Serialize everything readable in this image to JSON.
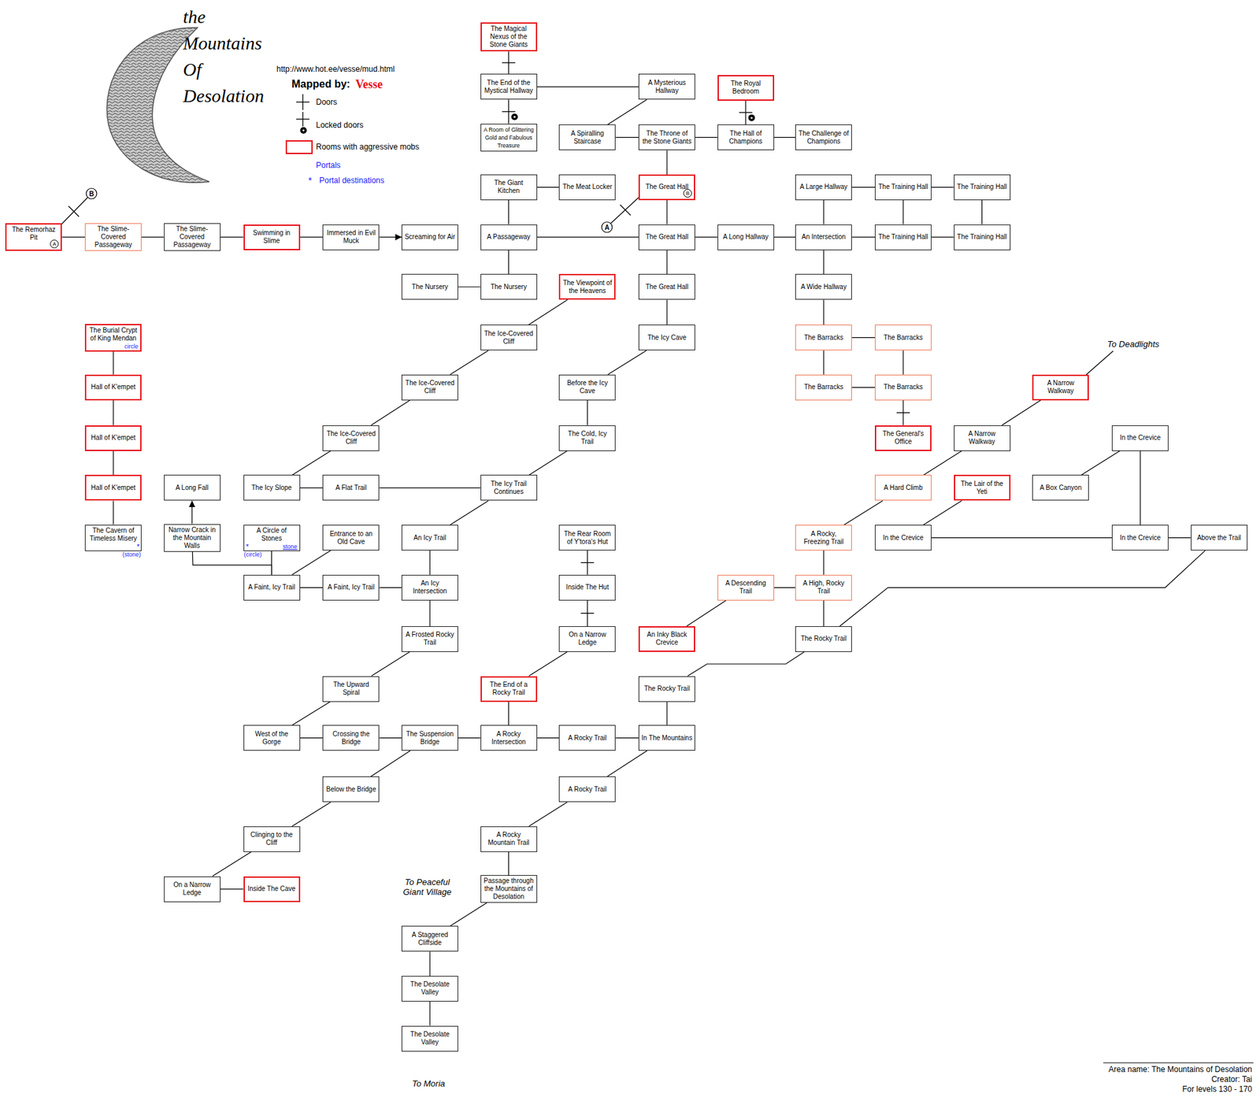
{
  "diagram": {
    "title": "the Mountains Of Desolation",
    "nodes": [
      {
        "text": [
          "The Magical Nexus of the Stone Giants"
        ]
      },
      {
        "text": [
          "The End of the Mystical Hallway"
        ]
      },
      {
        "text": [
          "A Mysterious Hallway"
        ]
      },
      {
        "text": [
          "A Room of Glittering Gold and Fabulous Treasure"
        ]
      },
      {
        "text": [
          "A Spiralling Staircase"
        ]
      },
      {
        "text": [
          "The Throne of the Stone Giants"
        ]
      },
      {
        "text": [
          "The Royal Bedroom"
        ]
      },
      {
        "text": [
          "The Hall of Champions"
        ]
      },
      {
        "text": [
          "The Challenge of Champions"
        ]
      },
      {
        "text": [
          "The Giant Kitchen"
        ]
      },
      {
        "text": [
          "The Meat Locker"
        ]
      },
      {
        "text": [
          "The Great Hall",
          "B"
        ]
      },
      {
        "text": [
          "A Large Hallway"
        ]
      },
      {
        "text": [
          "The Training Hall"
        ]
      },
      {
        "text": [
          "The Training Hall"
        ]
      },
      {
        "text": [
          "The Remorhaz Pit",
          "A"
        ]
      },
      {
        "text": [
          "The Slime-Covered Passageway"
        ]
      },
      {
        "text": [
          "The Slime-Covered Passageway"
        ]
      },
      {
        "text": [
          "Swimming in Slime"
        ]
      },
      {
        "text": [
          "Immersed in Evil Muck"
        ]
      },
      {
        "text": [
          "Screaming for Air"
        ]
      },
      {
        "text": [
          "A Passageway"
        ]
      },
      {
        "text": [
          "The Great Hall"
        ]
      },
      {
        "text": [
          "A Long Hallway"
        ]
      },
      {
        "text": [
          "An Intersection"
        ]
      },
      {
        "text": [
          "The Training Hall"
        ]
      },
      {
        "text": [
          "The Training Hall"
        ]
      },
      {
        "text": [
          "The Nursery"
        ]
      },
      {
        "text": [
          "The Nursery"
        ]
      },
      {
        "text": [
          "The Viewpoint of the Heavens"
        ]
      },
      {
        "text": [
          "The Great Hall"
        ]
      },
      {
        "text": [
          "A Wide Hallway"
        ]
      },
      {
        "text": [
          "The Burial Crypt of King Mendan",
          "circle"
        ]
      },
      {
        "text": [
          "The Ice-Covered Cliff"
        ]
      },
      {
        "text": [
          "The Icy Cave"
        ]
      },
      {
        "text": [
          "The Barracks"
        ]
      },
      {
        "text": [
          "The Barracks"
        ]
      },
      {
        "text": [
          "Hall of K'empet"
        ]
      },
      {
        "text": [
          "The Ice-Covered Cliff"
        ]
      },
      {
        "text": [
          "Before the Icy Cave"
        ]
      },
      {
        "text": [
          "The Barracks"
        ]
      },
      {
        "text": [
          "The Barracks"
        ]
      },
      {
        "text": [
          "A Narrow Walkway"
        ]
      },
      {
        "text": [
          "Hall of K'empet"
        ]
      },
      {
        "text": [
          "The Ice-Covered Cliff"
        ]
      },
      {
        "text": [
          "The Cold, Icy Trail"
        ]
      },
      {
        "text": [
          "The General's Office"
        ]
      },
      {
        "text": [
          "A Narrow Walkway"
        ]
      },
      {
        "text": [
          "In the Crevice"
        ]
      },
      {
        "text": [
          "Hall of K'empet"
        ]
      },
      {
        "text": [
          "A Long Fall"
        ]
      },
      {
        "text": [
          "The Icy Slope"
        ]
      },
      {
        "text": [
          "A Flat Trail"
        ]
      },
      {
        "text": [
          "The Icy Trail Continues"
        ]
      },
      {
        "text": [
          "A Hard Climb"
        ]
      },
      {
        "text": [
          "The Lair of the Yeti"
        ]
      },
      {
        "text": [
          "A Box Canyon"
        ]
      },
      {
        "text": [
          "The Cavern of Timeless Misery",
          "*",
          "(stone)"
        ]
      },
      {
        "text": [
          "Narrow Crack in the Mountain Walls"
        ]
      },
      {
        "text": [
          "A Circle of Stones",
          "stone",
          "*",
          "(circle)"
        ]
      },
      {
        "text": [
          "Entrance to an Old Cave"
        ]
      },
      {
        "text": [
          "An Icy Trail"
        ]
      },
      {
        "text": [
          "The Rear Room of Y'tora's Hut"
        ]
      },
      {
        "text": [
          "A Rocky, Freezing Trail"
        ]
      },
      {
        "text": [
          "In the Crevice"
        ]
      },
      {
        "text": [
          "In the Crevice"
        ]
      },
      {
        "text": [
          "Above the Trail"
        ]
      },
      {
        "text": [
          "A Faint, Icy Trail"
        ]
      },
      {
        "text": [
          "A Faint, Icy Trail"
        ]
      },
      {
        "text": [
          "An Icy Intersection"
        ]
      },
      {
        "text": [
          "Inside The Hut"
        ]
      },
      {
        "text": [
          "A Descending Trail"
        ]
      },
      {
        "text": [
          "A High, Rocky Trail"
        ]
      },
      {
        "text": [
          "A Frosted Rocky Trail"
        ]
      },
      {
        "text": [
          "On a Narrow Ledge"
        ]
      },
      {
        "text": [
          "An Inky Black Crevice"
        ]
      },
      {
        "text": [
          "The Rocky Trail"
        ]
      },
      {
        "text": [
          "The Upward Spiral"
        ]
      },
      {
        "text": [
          "The End of a Rocky Trail"
        ]
      },
      {
        "text": [
          "The Rocky Trail"
        ]
      },
      {
        "text": [
          "West of the Gorge"
        ]
      },
      {
        "text": [
          "Crossing the Bridge"
        ]
      },
      {
        "text": [
          "The Suspension Bridge"
        ]
      },
      {
        "text": [
          "A Rocky Intersection"
        ]
      },
      {
        "text": [
          "A Rocky Trail"
        ]
      },
      {
        "text": [
          "In The Mountains"
        ]
      },
      {
        "text": [
          "Below the Bridge"
        ]
      },
      {
        "text": [
          "A Rocky Trail"
        ]
      },
      {
        "text": [
          "Clinging to the Cliff"
        ]
      },
      {
        "text": [
          "A Rocky Mountain Trail"
        ]
      },
      {
        "text": [
          "On a Narrow Ledge"
        ]
      },
      {
        "text": [
          "Inside The Cave"
        ]
      },
      {
        "text": [
          "Passage through the Mountains of Desolation"
        ]
      },
      {
        "text": [
          "A Staggered Cliffside"
        ]
      },
      {
        "text": [
          "The Desolate Valley"
        ]
      },
      {
        "text": [
          "The Desolate Valley"
        ]
      }
    ],
    "edges": [
      {
        "from": 0,
        "to": 1,
        "arrow": "none"
      },
      {
        "from": 1,
        "to": 2,
        "arrow": "none"
      },
      {
        "from": 1,
        "to": 3,
        "arrow": "none"
      },
      {
        "from": 2,
        "to": 4,
        "arrow": "none"
      },
      {
        "from": 4,
        "to": 5,
        "arrow": "none"
      },
      {
        "from": 5,
        "to": 7,
        "arrow": "none"
      },
      {
        "from": 6,
        "to": 7,
        "arrow": "none"
      },
      {
        "from": 7,
        "to": 8,
        "arrow": "none"
      },
      {
        "from": 5,
        "to": 11,
        "arrow": "none"
      },
      {
        "from": 9,
        "to": 10,
        "arrow": "none"
      },
      {
        "from": 9,
        "to": 21,
        "arrow": "none"
      },
      {
        "from": 11,
        "to": 22,
        "arrow": "none"
      },
      {
        "from": 21,
        "to": 22,
        "arrow": "none"
      },
      {
        "from": 21,
        "to": 28,
        "arrow": "none"
      },
      {
        "from": 27,
        "to": 28,
        "arrow": "none"
      },
      {
        "from": 22,
        "to": 23,
        "arrow": "none"
      },
      {
        "from": 23,
        "to": 24,
        "arrow": "none"
      },
      {
        "from": 12,
        "to": 13,
        "arrow": "none"
      },
      {
        "from": 13,
        "to": 14,
        "arrow": "none"
      },
      {
        "from": 12,
        "to": 24,
        "arrow": "none"
      },
      {
        "from": 13,
        "to": 25,
        "arrow": "none"
      },
      {
        "from": 14,
        "to": 26,
        "arrow": "none"
      },
      {
        "from": 24,
        "to": 25,
        "arrow": "none"
      },
      {
        "from": 25,
        "to": 26,
        "arrow": "none"
      },
      {
        "from": 22,
        "to": 30,
        "arrow": "none"
      },
      {
        "from": 30,
        "to": 34,
        "arrow": "none"
      },
      {
        "from": 34,
        "to": 39,
        "arrow": "none"
      },
      {
        "from": 39,
        "to": 45,
        "arrow": "none"
      },
      {
        "from": 45,
        "to": 53,
        "arrow": "none"
      },
      {
        "from": 29,
        "to": 33,
        "arrow": "none"
      },
      {
        "from": 33,
        "to": 38,
        "arrow": "none"
      },
      {
        "from": 38,
        "to": 44,
        "arrow": "none"
      },
      {
        "from": 44,
        "to": 51,
        "arrow": "none"
      },
      {
        "from": 51,
        "to": 52,
        "arrow": "none"
      },
      {
        "from": 52,
        "to": 53,
        "arrow": "none"
      },
      {
        "from": 53,
        "to": 61,
        "arrow": "none"
      },
      {
        "from": 61,
        "to": 69,
        "arrow": "none"
      },
      {
        "from": 24,
        "to": 31,
        "arrow": "none"
      },
      {
        "from": 31,
        "to": 35,
        "arrow": "none"
      },
      {
        "from": 35,
        "to": 36,
        "arrow": "none"
      },
      {
        "from": 35,
        "to": 40,
        "arrow": "none"
      },
      {
        "from": 36,
        "to": 41,
        "arrow": "none"
      },
      {
        "from": 40,
        "to": 41,
        "arrow": "none"
      },
      {
        "from": 41,
        "to": 46,
        "arrow": "none"
      },
      {
        "from": 15,
        "to": 16,
        "arrow": "none"
      },
      {
        "from": 16,
        "to": 17,
        "arrow": "none"
      },
      {
        "from": 17,
        "to": 18,
        "arrow": "none"
      },
      {
        "from": 18,
        "to": 19,
        "arrow": "none"
      },
      {
        "from": 19,
        "to": 20,
        "arrow": "to"
      },
      {
        "from": 32,
        "to": 37,
        "arrow": "none"
      },
      {
        "from": 37,
        "to": 43,
        "arrow": "none"
      },
      {
        "from": 43,
        "to": 49,
        "arrow": "none"
      },
      {
        "from": 49,
        "to": 57,
        "arrow": "none"
      },
      {
        "from": 67,
        "to": 58,
        "arrow": "none"
      },
      {
        "from": 58,
        "to": 50,
        "arrow": "to"
      },
      {
        "from": 59,
        "to": 67,
        "arrow": "none"
      },
      {
        "from": 60,
        "to": 67,
        "arrow": "none"
      },
      {
        "from": 67,
        "to": 68,
        "arrow": "none"
      },
      {
        "from": 68,
        "to": 69,
        "arrow": "none"
      },
      {
        "from": 69,
        "to": 73,
        "arrow": "none"
      },
      {
        "from": 73,
        "to": 77,
        "arrow": "none"
      },
      {
        "from": 77,
        "to": 80,
        "arrow": "none"
      },
      {
        "from": 80,
        "to": 81,
        "arrow": "none"
      },
      {
        "from": 81,
        "to": 82,
        "arrow": "none"
      },
      {
        "from": 82,
        "to": 83,
        "arrow": "none"
      },
      {
        "from": 83,
        "to": 84,
        "arrow": "none"
      },
      {
        "from": 84,
        "to": 85,
        "arrow": "none"
      },
      {
        "from": 82,
        "to": 86,
        "arrow": "none"
      },
      {
        "from": 86,
        "to": 88,
        "arrow": "none"
      },
      {
        "from": 88,
        "to": 90,
        "arrow": "none"
      },
      {
        "from": 90,
        "to": 91,
        "arrow": "none"
      },
      {
        "from": 83,
        "to": 78,
        "arrow": "none"
      },
      {
        "from": 78,
        "to": 74,
        "arrow": "none"
      },
      {
        "from": 74,
        "to": 70,
        "arrow": "none"
      },
      {
        "from": 70,
        "to": 62,
        "arrow": "none"
      },
      {
        "from": 85,
        "to": 79,
        "arrow": "none"
      },
      {
        "from": 79,
        "to": 76,
        "arrow": "none"
      },
      {
        "from": 85,
        "to": 87,
        "arrow": "none"
      },
      {
        "from": 87,
        "to": 89,
        "arrow": "none"
      },
      {
        "from": 89,
        "to": 92,
        "arrow": "none"
      },
      {
        "from": 92,
        "to": 93,
        "arrow": "none"
      },
      {
        "from": 93,
        "to": 94,
        "arrow": "none"
      },
      {
        "from": 94,
        "to": 95,
        "arrow": "none"
      },
      {
        "from": 76,
        "to": 72,
        "arrow": "none"
      },
      {
        "from": 72,
        "to": 71,
        "arrow": "none"
      },
      {
        "from": 71,
        "to": 75,
        "arrow": "none"
      },
      {
        "from": 72,
        "to": 63,
        "arrow": "none"
      },
      {
        "from": 63,
        "to": 54,
        "arrow": "none"
      },
      {
        "from": 54,
        "to": 47,
        "arrow": "none"
      },
      {
        "from": 47,
        "to": 42,
        "arrow": "none"
      },
      {
        "from": 76,
        "to": 66,
        "arrow": "none"
      },
      {
        "from": 64,
        "to": 55,
        "arrow": "none"
      },
      {
        "from": 64,
        "to": 65,
        "arrow": "none"
      },
      {
        "from": 65,
        "to": 66,
        "arrow": "none"
      },
      {
        "from": 65,
        "to": 48,
        "arrow": "none"
      },
      {
        "from": 56,
        "to": 48,
        "arrow": "none"
      }
    ],
    "labels": [
      "http://www.hot.ee/vesse/mud.html",
      "Mapped by:",
      "Vesse",
      "A",
      "B",
      "To Deadlights",
      "To Peaceful Giant Village",
      "To Moria",
      "*",
      "Area name: The Mountains of Desolation",
      "Creator: Tai",
      "For levels 130 - 170"
    ],
    "legend": [
      {
        "text": "Doors"
      },
      {
        "text": "Locked doors"
      },
      {
        "text": "Rooms with aggressive mobs"
      },
      {
        "text": "Portals"
      },
      {
        "text": "Portal destinations"
      }
    ]
  }
}
